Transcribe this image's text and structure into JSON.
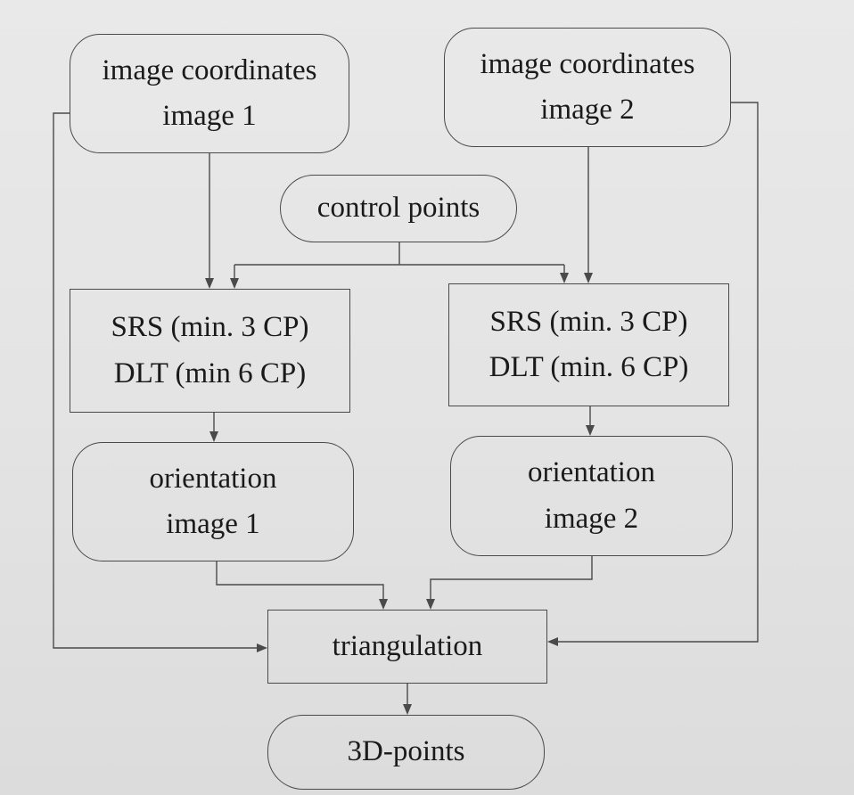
{
  "diagram": {
    "nodes": {
      "img_coords_1": {
        "line1": "image coordinates",
        "line2": "image 1"
      },
      "img_coords_2": {
        "line1": "image coordinates",
        "line2": "image 2"
      },
      "control_points": {
        "line1": "control points"
      },
      "srs_dlt_1": {
        "line1": "SRS (min. 3 CP)",
        "line2": "DLT (min 6 CP)"
      },
      "srs_dlt_2": {
        "line1": "SRS (min. 3 CP)",
        "line2": "DLT (min. 6 CP)"
      },
      "orientation_1": {
        "line1": "orientation",
        "line2": "image 1"
      },
      "orientation_2": {
        "line1": "orientation",
        "line2": "image 2"
      },
      "triangulation": {
        "line1": "triangulation"
      },
      "points_3d": {
        "line1": "3D-points"
      }
    },
    "edges": [
      {
        "from": "img_coords_1",
        "to": "srs_dlt_1"
      },
      {
        "from": "img_coords_2",
        "to": "srs_dlt_2"
      },
      {
        "from": "control_points",
        "to": "srs_dlt_1"
      },
      {
        "from": "control_points",
        "to": "srs_dlt_2"
      },
      {
        "from": "srs_dlt_1",
        "to": "orientation_1"
      },
      {
        "from": "srs_dlt_2",
        "to": "orientation_2"
      },
      {
        "from": "orientation_1",
        "to": "triangulation"
      },
      {
        "from": "orientation_2",
        "to": "triangulation"
      },
      {
        "from": "img_coords_1",
        "to": "triangulation"
      },
      {
        "from": "img_coords_2",
        "to": "triangulation"
      },
      {
        "from": "triangulation",
        "to": "points_3d"
      }
    ]
  }
}
